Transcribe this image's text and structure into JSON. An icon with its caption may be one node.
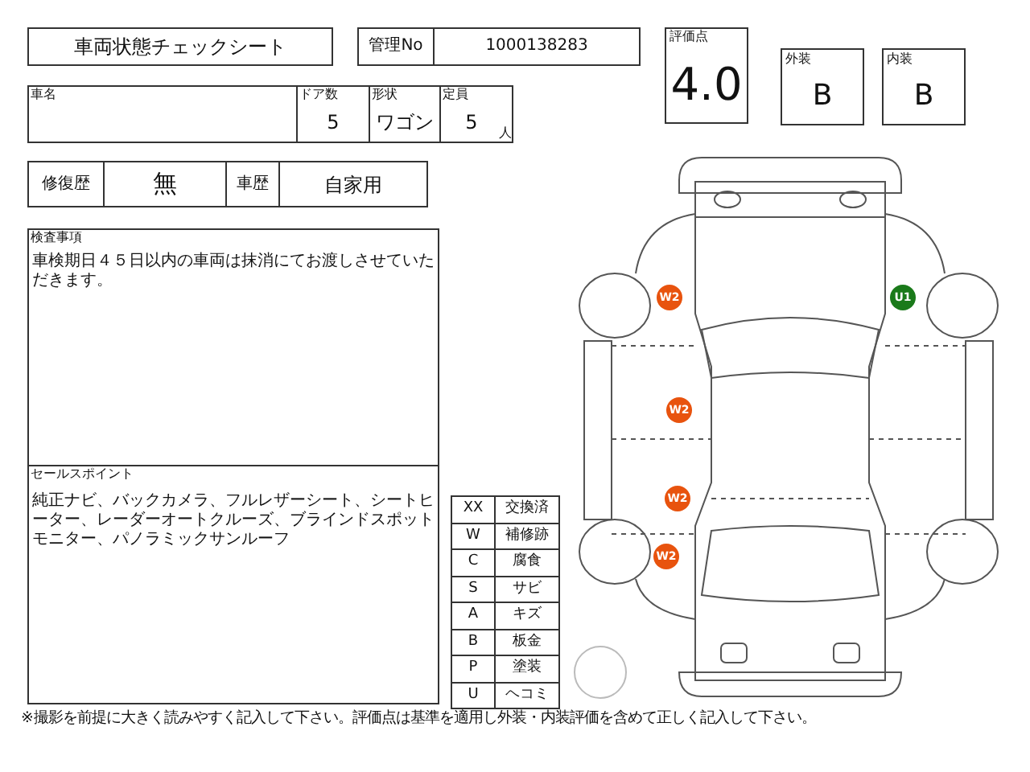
{
  "diagram": {
    "title": "車両状態チェックシート",
    "labels": [
      "管理No",
      "1000138283",
      "評価点",
      "4.0",
      "外装",
      "B",
      "内装",
      "B",
      "車名",
      "ドア数",
      "5",
      "形状",
      "ワゴン",
      "定員",
      "5",
      "人",
      "修復歴",
      "無",
      "車歴",
      "自家用",
      "検査事項",
      "車検期日４５日以内の車両は抹消にてお渡しさせていただきます。",
      "セールスポイント",
      "純正ナビ、バックカメラ、フルレザーシート、シートヒーター、レーダーオートクルーズ、ブラインドスポットモニター、パノラミックサンルーフ",
      "XX",
      "交換済",
      "W",
      "補修跡",
      "C",
      "腐食",
      "S",
      "サビ",
      "A",
      "キズ",
      "B",
      "板金",
      "P",
      "塗装",
      "U",
      "ヘコミ",
      "W2",
      "U1",
      "W2",
      "W2",
      "W2",
      "※撮影を前提に大きく読みやすく記入して下さい。評価点は基準を適用し外装・内装評価を含めて正しく記入して下さい。"
    ]
  }
}
